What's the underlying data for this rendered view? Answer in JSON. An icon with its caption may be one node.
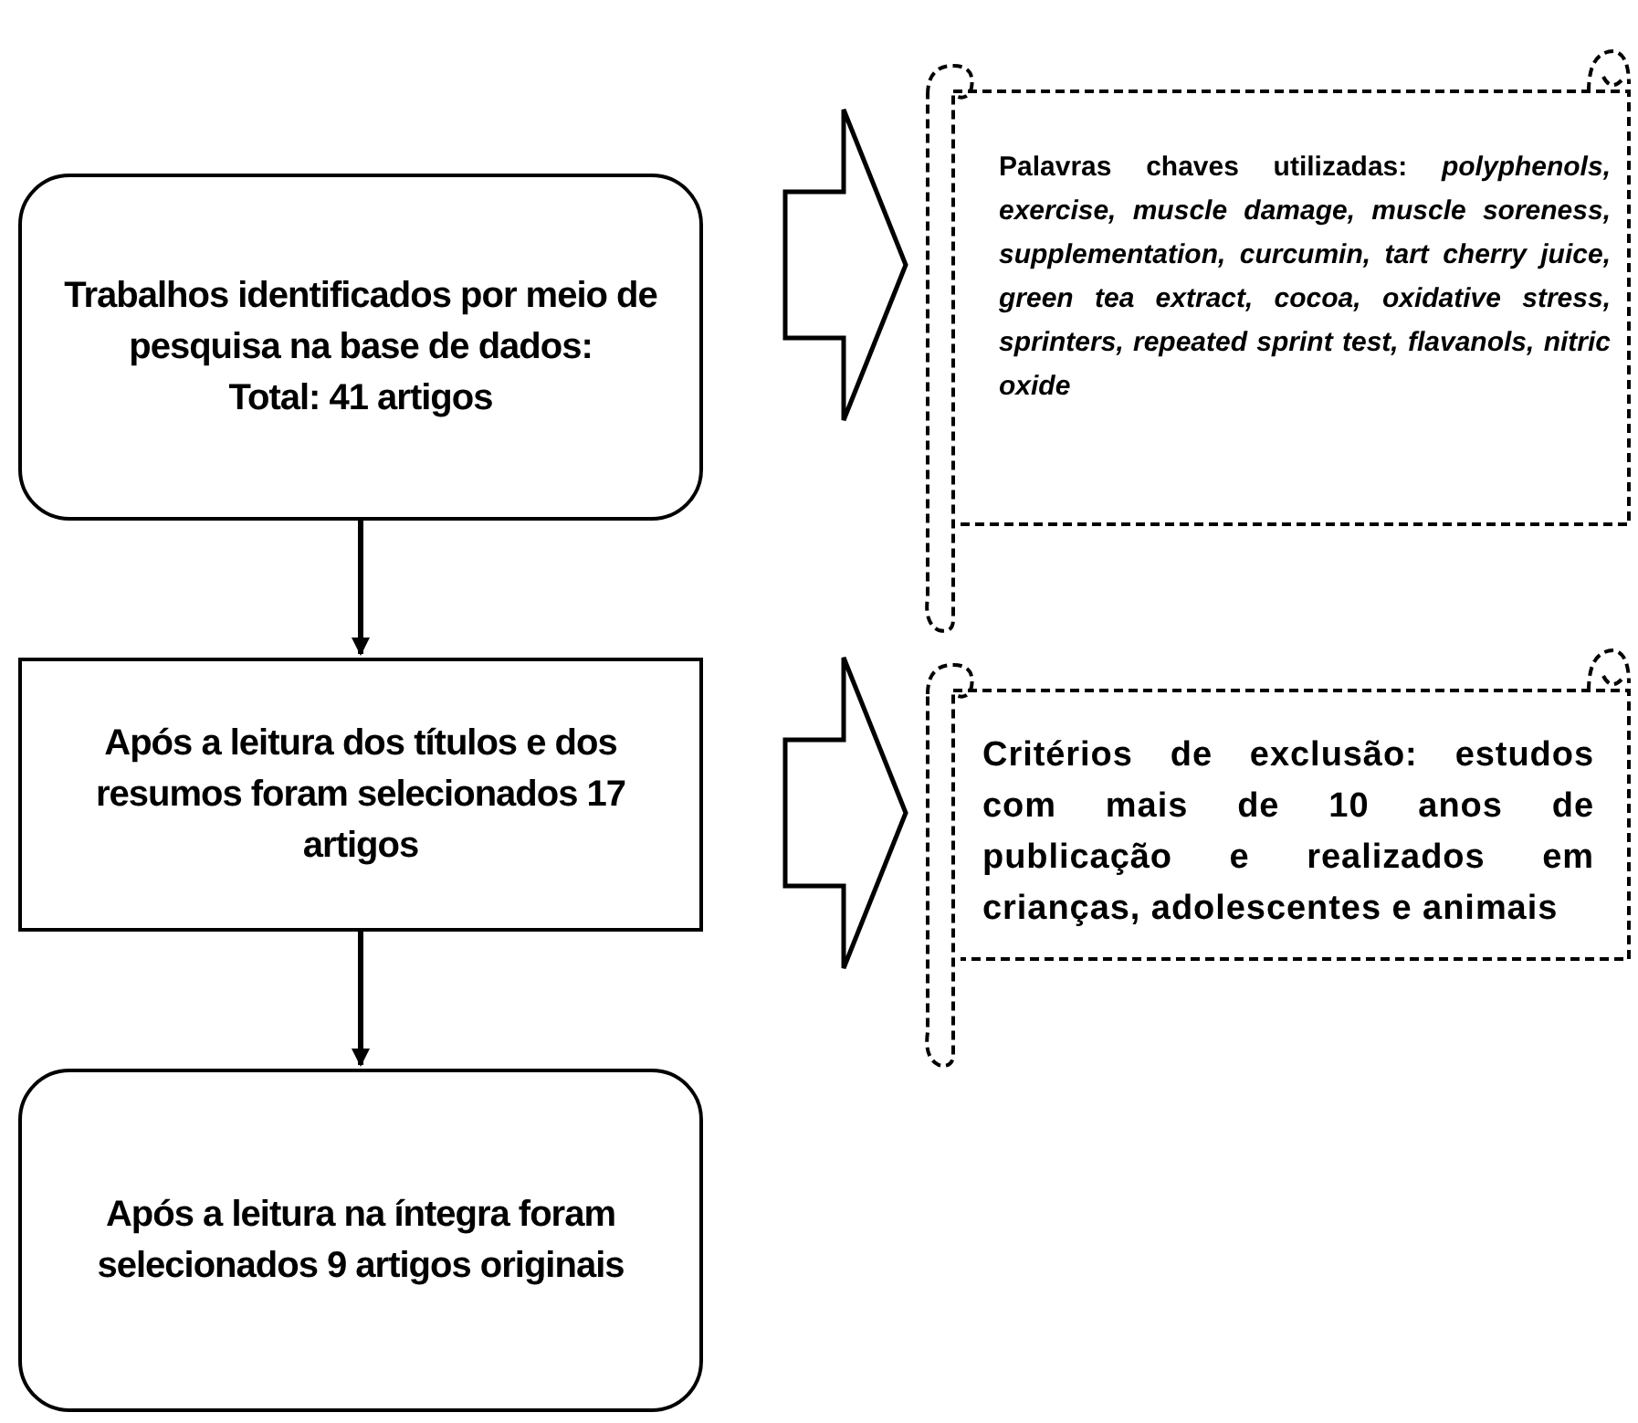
{
  "diagram": {
    "nodes": [
      {
        "text": [
          "Trabalhos identificados por meio de pesquisa na base de dados:",
          "Total: 41 artigos"
        ]
      },
      {
        "text": [
          "Após a leitura dos títulos e dos resumos foram selecionados 17 artigos"
        ]
      },
      {
        "text": [
          "Após a leitura na íntegra foram selecionados 9 artigos originais"
        ]
      },
      {
        "text": [
          "Palavras chaves utilizadas: *polyphenols, exercise, muscle damage, muscle soreness, supplementation, curcumin, tart cherry juice, green tea extract, cocoa, oxidative stress, sprinters, repeated sprint test, flavanols, nitric oxide*"
        ]
      },
      {
        "text": [
          "Critérios de exclusão: estudos com mais de 10 anos de publicação e realizados em crianças, adolescentes e animais"
        ]
      }
    ],
    "edges": [
      {
        "from": 0,
        "to": 1,
        "arrow": "to"
      },
      {
        "from": 1,
        "to": 2,
        "arrow": "to"
      },
      {
        "from": 0,
        "to": 3,
        "arrow": "to",
        "style": "thick"
      },
      {
        "from": 1,
        "to": 4,
        "arrow": "to",
        "style": "thick"
      }
    ]
  }
}
